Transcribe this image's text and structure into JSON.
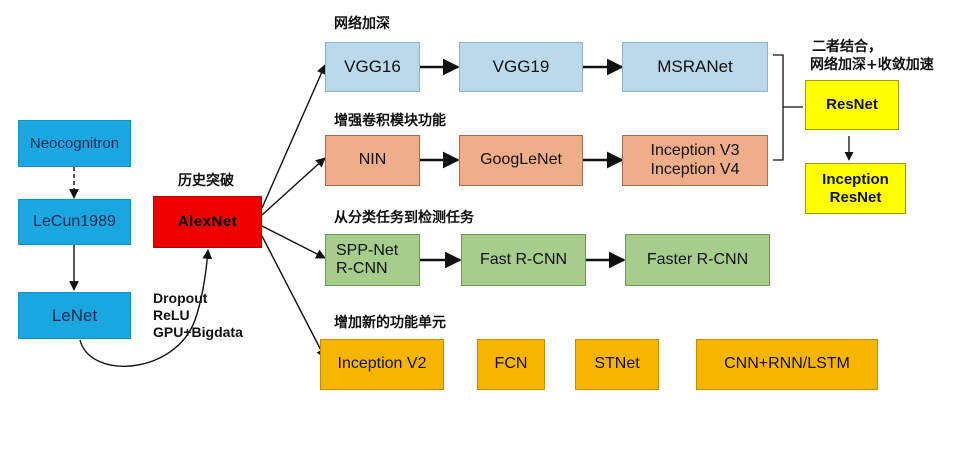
{
  "diagram": {
    "nodes": {
      "neocognitron": "Neocognitron",
      "lecun1989": "LeCun1989",
      "lenet": "LeNet",
      "alexnet": "AlexNet",
      "vgg16": "VGG16",
      "vgg19": "VGG19",
      "msranet": "MSRANet",
      "nin": "NIN",
      "googlenet": "GoogLeNet",
      "inception_v3": "Inception V3",
      "inception_v4": "Inception V4",
      "sppnet": "SPP-Net",
      "rcnn": "R-CNN",
      "fast_rcnn": "Fast R-CNN",
      "faster_rcnn": "Faster R-CNN",
      "inception_v2": "Inception V2",
      "fcn": "FCN",
      "stnet": "STNet",
      "cnn_rnn_lstm": "CNN+RNN/LSTM",
      "resnet": "ResNet",
      "inception_resnet_l1": "Inception",
      "inception_resnet_l2": "ResNet"
    },
    "labels": {
      "breakthrough": "历史突破",
      "deeper": "网络加深",
      "enhance_conv": "增强卷积模块功能",
      "detection": "从分类任务到检测任务",
      "new_units": "增加新的功能单元",
      "combine_l1": "二者结合，",
      "combine_l2": "网络加深+收敛加速"
    },
    "techniques": [
      "Dropout",
      "ReLU",
      "GPU+Bigdata"
    ],
    "colors": {
      "early": "#1aa7e0",
      "alexnet": "#ee0000",
      "deeper": "#bcd9ec",
      "conv": "#f0ad8a",
      "detection": "#a6cd8c",
      "units": "#f7b500",
      "resnet": "#ffff00"
    }
  }
}
